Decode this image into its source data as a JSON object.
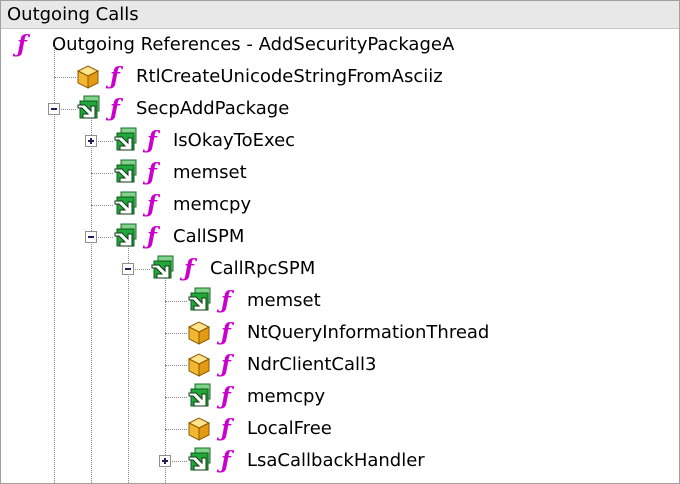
{
  "panel": {
    "title": "Outgoing Calls"
  },
  "tree": {
    "root_label": "Outgoing References - AddSecurityPackageA",
    "nodes": [
      {
        "label": "RtlCreateUnicodeStringFromAsciiz",
        "depth": 1,
        "icon": "import-icon",
        "expander": "none"
      },
      {
        "label": "SecpAddPackage",
        "depth": 1,
        "icon": "call-arrow-icon",
        "expander": "collapse"
      },
      {
        "label": "IsOkayToExec",
        "depth": 2,
        "icon": "call-arrow-icon",
        "expander": "expand"
      },
      {
        "label": "memset",
        "depth": 2,
        "icon": "call-arrow-icon",
        "expander": "none"
      },
      {
        "label": "memcpy",
        "depth": 2,
        "icon": "call-arrow-icon",
        "expander": "none"
      },
      {
        "label": "CallSPM",
        "depth": 2,
        "icon": "call-arrow-icon",
        "expander": "collapse"
      },
      {
        "label": "CallRpcSPM",
        "depth": 3,
        "icon": "call-arrow-icon",
        "expander": "collapse"
      },
      {
        "label": "memset",
        "depth": 4,
        "icon": "call-arrow-icon",
        "expander": "none"
      },
      {
        "label": "NtQueryInformationThread",
        "depth": 4,
        "icon": "import-icon",
        "expander": "none"
      },
      {
        "label": "NdrClientCall3",
        "depth": 4,
        "icon": "import-icon",
        "expander": "none"
      },
      {
        "label": "memcpy",
        "depth": 4,
        "icon": "call-arrow-icon",
        "expander": "none"
      },
      {
        "label": "LocalFree",
        "depth": 4,
        "icon": "import-icon",
        "expander": "none"
      },
      {
        "label": "LsaCallbackHandler",
        "depth": 4,
        "icon": "call-arrow-icon",
        "expander": "expand"
      }
    ]
  },
  "colors": {
    "function_icon": "#cc00cc",
    "call_icon_green": "#22a83a",
    "import_icon_gold": "#f2b632",
    "tree_lines": "#8a8a8a"
  }
}
